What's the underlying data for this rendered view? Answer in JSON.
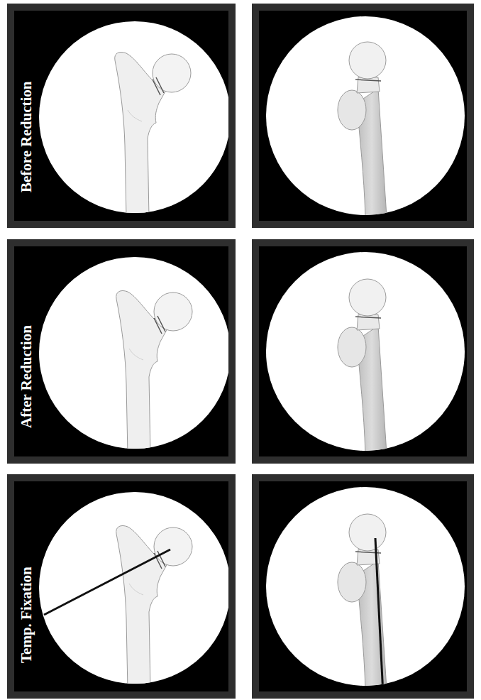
{
  "diagram": {
    "nodes": [
      {
        "text": [
          "Before Reduction"
        ]
      },
      {
        "text": [
          "After Reduction"
        ]
      },
      {
        "text": [
          "Temp. Fixation"
        ]
      }
    ]
  }
}
